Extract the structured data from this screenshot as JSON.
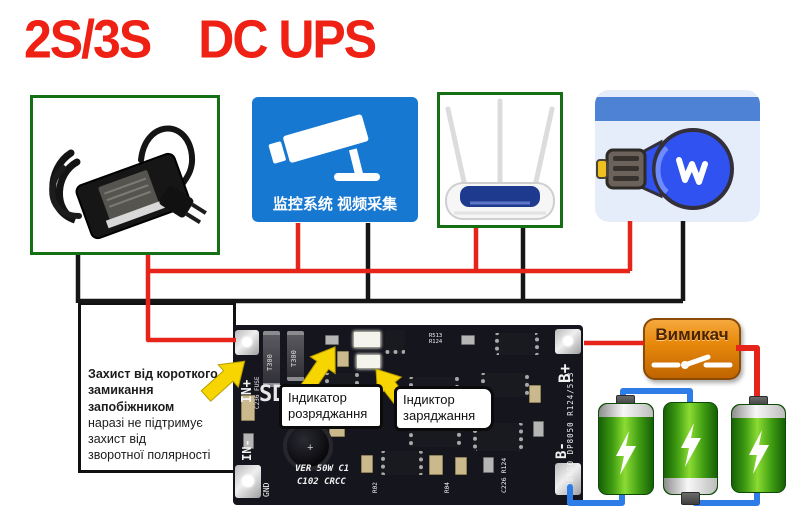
{
  "title": {
    "part1": "2S/3S",
    "part2": "DC UPS"
  },
  "cctv": {
    "caption": "监控系统 视频采集"
  },
  "notes": {
    "protection_lines": [
      "Захист від короткого",
      "замикання",
      "запобіжником",
      "наразі не підтримує",
      "захист від",
      "зворотної полярності"
    ],
    "discharge_lines": [
      "Індикатор",
      "розряджання"
    ],
    "charge_lines": [
      "Індиктор",
      "заряджання"
    ],
    "switch_label": "Вимикач"
  },
  "board": {
    "silkscreen": {
      "in_plus": "IN+",
      "fuse": "C236 FUSE",
      "t300": "T300",
      "in_minus": "IN-",
      "gnd": "GND",
      "sd": "SD",
      "r513": "R513 R124",
      "ver": "VER 50W  C1",
      "c102": "C102 CRCC",
      "r02": "R02",
      "r04": "R04",
      "c226": "C226  R124",
      "dp8050": "DP8050   DP8050  R124/513",
      "b_plus": "B+",
      "b_minus": "B-"
    }
  },
  "colors": {
    "title_red": "#ee2114",
    "wire_red": "#e62419",
    "wire_black": "#161616",
    "wire_blue": "#2d7ce8",
    "battery_green": "#3f9c12",
    "switch_orange": "#e8890c",
    "cctv_blue": "#1778d2",
    "device_box_green": "#157015",
    "pcb_black": "#15151d",
    "arrow_yellow": "#f6d500"
  }
}
